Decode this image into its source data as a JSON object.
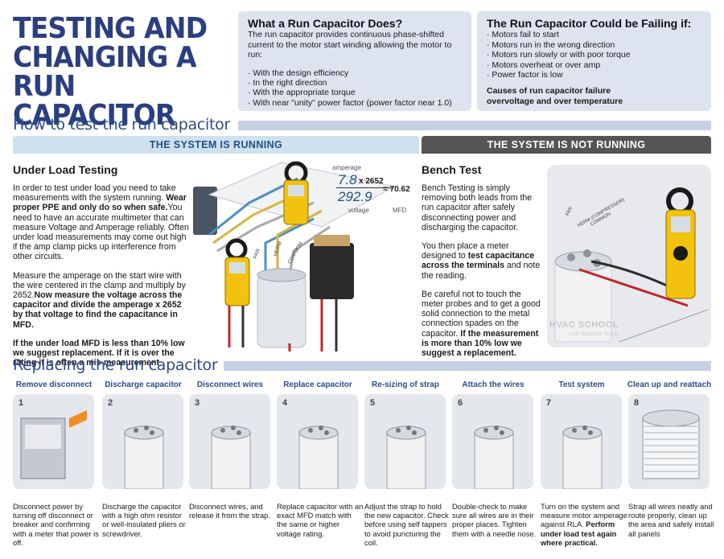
{
  "title": [
    "TESTING AND",
    "CHANGING A",
    "RUN CAPACITOR"
  ],
  "what_box": {
    "heading": "What a Run Capacitor Does?",
    "intro": "The run capacitor provides continuous phase-shifted current to the motor start winding allowing the motor to run:",
    "items": [
      "· With the design efficiency",
      "· In the right direction",
      "· With the appropriate torque",
      "· With near \"unity\" power factor (power factor near 1.0)"
    ]
  },
  "failing_box": {
    "heading": "The Run Capacitor Could be Failing if:",
    "items": [
      "· Motors fail to start",
      "· Motors run in the wrong direction",
      "· Motors run slowly or with poor torque",
      "· Motors overheat or over amp",
      "· Power factor is low"
    ],
    "causes_heading": "Causes of run capacitor failure",
    "causes_text": "overvoltage and over temperature"
  },
  "test_section": {
    "heading": "How to test the run capacitor",
    "band_running": "THE SYSTEM IS RUNNING",
    "band_not_running": "THE SYSTEM IS NOT RUNNING"
  },
  "under_load": {
    "heading": "Under Load Testing",
    "p1_a": "In order to test under load you need to take measurements with the system running. ",
    "p1_b": "Wear proper PPE and only do so when safe.",
    "p1_c": "You need to have an accurate multimeter that can measure Voltage and Amperage reliably. Often under load measurements may come out high if the amp clamp picks up interference from other circuits.",
    "p2_a": "Measure the amperage on the start wire with the wire centered in the clamp and multiply by 2652.",
    "p2_b": "Now measure the voltage across the capacitor and divide the amperage x 2652 by that voltage to find the capacitance in MFD.",
    "p3": "If the under load MFD is less than 10% low we suggest replacement. If it is over the rating it is often a mis-measurement"
  },
  "formula": {
    "amperage_label": "amperage",
    "amps": "7.8",
    "multiplier": "x 2652",
    "volts": "292.9",
    "result": "= 70.62",
    "voltage_label": "voltage",
    "unit": "MFD"
  },
  "diagram_labels": {
    "fan": "FAN",
    "herm": "HERM",
    "common": "COMMON",
    "herm_full": "HERM (COMPRESSOR)"
  },
  "bench_test": {
    "heading": "Bench Test",
    "p1": "Bench Testing is simply removing both leads from the run capacitor after safely disconnecting power and discharging the capacitor.",
    "p2_a": "You then place a meter designed to ",
    "p2_b": "test capacitance across the terminals",
    "p2_c": " and note the reading.",
    "p3_a": "Be careful not to touch the meter probes and to get a good solid connection to the metal connection spades on the capacitor. ",
    "p3_b": "If the measurement is more than 10% low we suggest a replacement."
  },
  "watermark": {
    "name": "HVAC SCHOOL",
    "tagline": "FOR TECHS BY TECHS"
  },
  "replace_section": {
    "heading": "Replacing the run capacitor",
    "steps": [
      {
        "num": "1",
        "label": "Remove disconnect",
        "text": "Disconnect power by turning off disconnect or breaker and confirming with a meter that power is off."
      },
      {
        "num": "2",
        "label": "Discharge capacitor",
        "text": "Discharge the capacitor with a high ohm resistor or well-insulated pliers or screwdriver."
      },
      {
        "num": "3",
        "label": "Disconnect wires",
        "text": "Disconnect wires, and release it from the strap."
      },
      {
        "num": "4",
        "label": "Replace capacitor",
        "text": "Replace capacitor with an exact MFD match with the same or higher voltage rating."
      },
      {
        "num": "5",
        "label": "Re-sizing of strap",
        "text": "Adjust the strap to hold the new capacitor. Check before using self tappers to avoid puncturing the coil."
      },
      {
        "num": "6",
        "label": "Attach the wires",
        "text": "Double-check to make sure all wires are in their proper places. Tighten them with a needle nose."
      },
      {
        "num": "7",
        "label": "Test system",
        "text": "Turn on the system and measure motor amperage against RLA.",
        "text_bold": "Perform under load test again where practical."
      },
      {
        "num": "8",
        "label": "Clean up and reattach",
        "text": "Strap all wires neatly and route properly, clean up the area and safely install all panels"
      }
    ]
  },
  "colors": {
    "title_blue": "#2b3f80",
    "accent_blue": "#2b4c8a",
    "box_bg": "#dde3ef",
    "band_dark": "#555555",
    "wire_red": "#c0282a",
    "meter_yellow": "#f2c20f"
  }
}
